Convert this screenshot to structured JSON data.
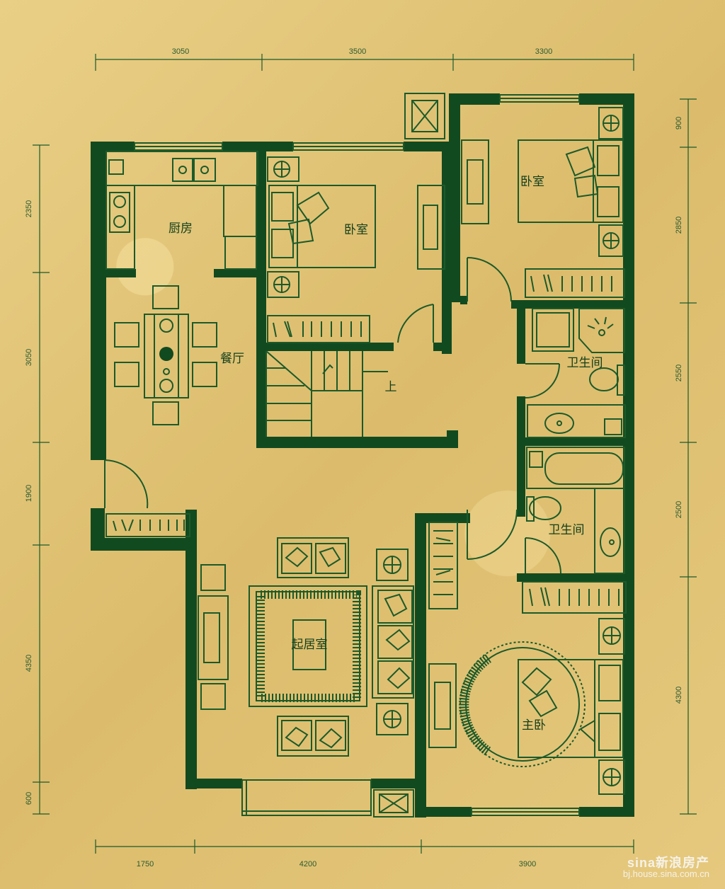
{
  "rooms": {
    "kitchen": "厨房",
    "dining": "餐厅",
    "bedroom_left": "卧室",
    "bedroom_right": "卧室",
    "bath_upper": "卫生间",
    "bath_lower": "卫生间",
    "living": "起居室",
    "master": "主卧",
    "stair_up": "上"
  },
  "dimensions": {
    "top": [
      "3050",
      "3500",
      "3300"
    ],
    "bottom": [
      "1750",
      "4200",
      "3900"
    ],
    "left": [
      "2350",
      "3050",
      "1900",
      "4350",
      "600"
    ],
    "right": [
      "900",
      "2850",
      "2550",
      "2500",
      "4300"
    ]
  },
  "watermark": {
    "brand": "sina新浪房产",
    "url": "bj.house.sina.com.cn"
  },
  "colors": {
    "wall": "#124a20",
    "line": "#1c5a2a",
    "background": "#e2c47a"
  }
}
